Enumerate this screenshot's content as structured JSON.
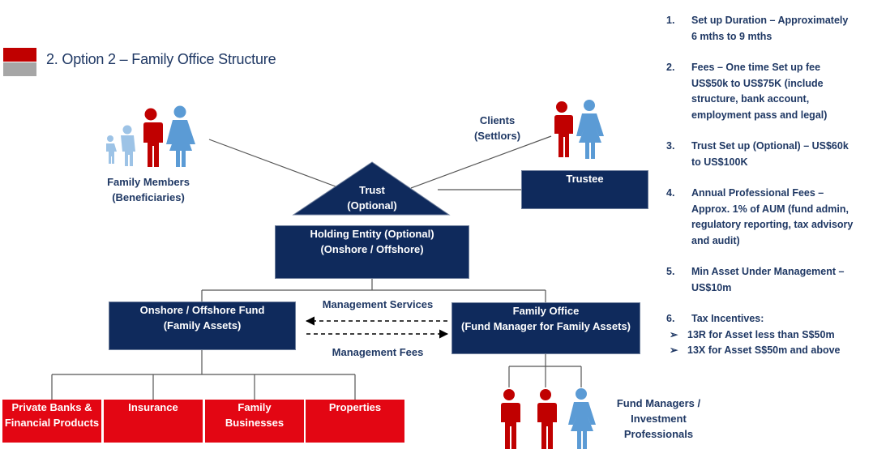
{
  "title": "2. Option 2 – Family Office Structure",
  "colors": {
    "navy": "#0f2a5c",
    "red": "#e30613",
    "text": "#1f3864",
    "person_red": "#c00000",
    "person_blue": "#5b9bd5"
  },
  "labels": {
    "family_members": "Family Members\n(Beneficiaries)",
    "clients": "Clients\n(Settlors)",
    "trust": "Trust\n(Optional)",
    "trustee": "Trustee",
    "holding": "Holding Entity (Optional)\n(Onshore / Offshore)",
    "fund": "Onshore / Offshore Fund\n(Family Assets)",
    "family_office": "Family Office\n(Fund Manager for Family Assets)",
    "mgmt_services": "Management Services",
    "mgmt_fees": "Management Fees",
    "fund_managers": "Fund Managers /\nInvestment\nProfessionals"
  },
  "assets": [
    "Private Banks &\nFinancial Products",
    "Insurance",
    "Family\nBusinesses",
    "Properties"
  ],
  "notes": [
    {
      "num": "1.",
      "text": "Set up Duration – Approximately\n6 mths to 9 mths"
    },
    {
      "num": "2.",
      "text": "Fees – One time Set up fee\nUS$50k to US$75K (include\nstructure, bank account,\nemployment pass and legal)"
    },
    {
      "num": "3.",
      "text": "Trust Set up (Optional) – US$60k\nto US$100K"
    },
    {
      "num": "4.",
      "text": "Annual Professional Fees –\nApprox. 1% of AUM (fund admin,\nregulatory reporting, tax advisory\nand audit)"
    },
    {
      "num": "5.",
      "text": "Min Asset Under Management –\nUS$10m"
    },
    {
      "num": "6.",
      "text": "Tax Incentives:"
    }
  ],
  "tax_items": [
    "13R for Asset less than S$50m",
    "13X for Asset S$50m and above"
  ],
  "bullet_glyph": "➢"
}
